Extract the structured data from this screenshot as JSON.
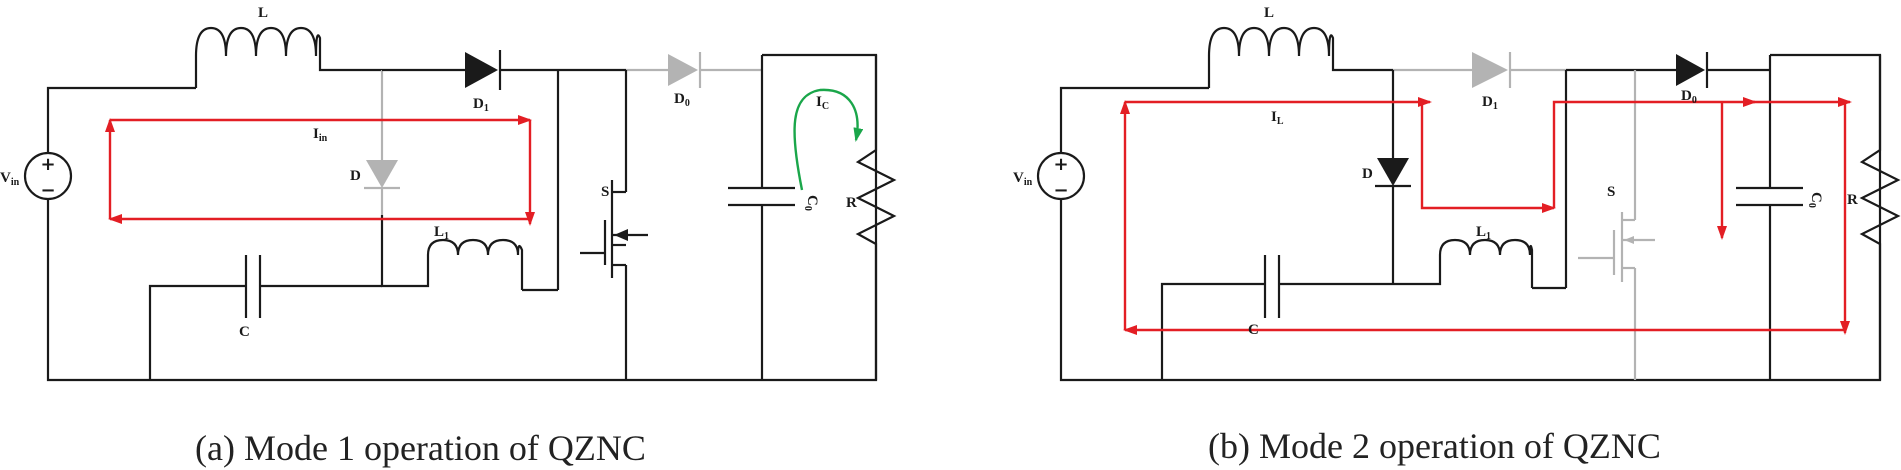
{
  "panel_a": {
    "caption": "(a) Mode 1 operation of QZNC",
    "labels": {
      "L": "L",
      "D1_main": "D",
      "D1_sub": "1",
      "D0_main": "D",
      "D0_sub": "0",
      "Iin_main": "I",
      "Iin_sub": "in",
      "IC_main": "I",
      "IC_sub": "C",
      "Vin_main": "V",
      "Vin_sub": "in",
      "D": "D",
      "S": "S",
      "L1_main": "L",
      "L1_sub": "1",
      "C": "C",
      "C0_main": "C",
      "C0_sub": "0",
      "R": "R"
    }
  },
  "panel_b": {
    "caption": "(b) Mode 2 operation of QZNC",
    "labels": {
      "L": "L",
      "D1_main": "D",
      "D1_sub": "1",
      "D0_main": "D",
      "D0_sub": "0",
      "IL_main": "I",
      "IL_sub": "L",
      "Vin_main": "V",
      "Vin_sub": "in",
      "D": "D",
      "S": "S",
      "L1_main": "L",
      "L1_sub": "1",
      "C": "C",
      "C0_main": "C",
      "C0_sub": "0",
      "R": "R"
    }
  },
  "colors": {
    "wire": "#1a1a1a",
    "inactive": "#b3b3b3",
    "current_path": "#e31e24",
    "capacitor_current": "#1aa64a"
  }
}
